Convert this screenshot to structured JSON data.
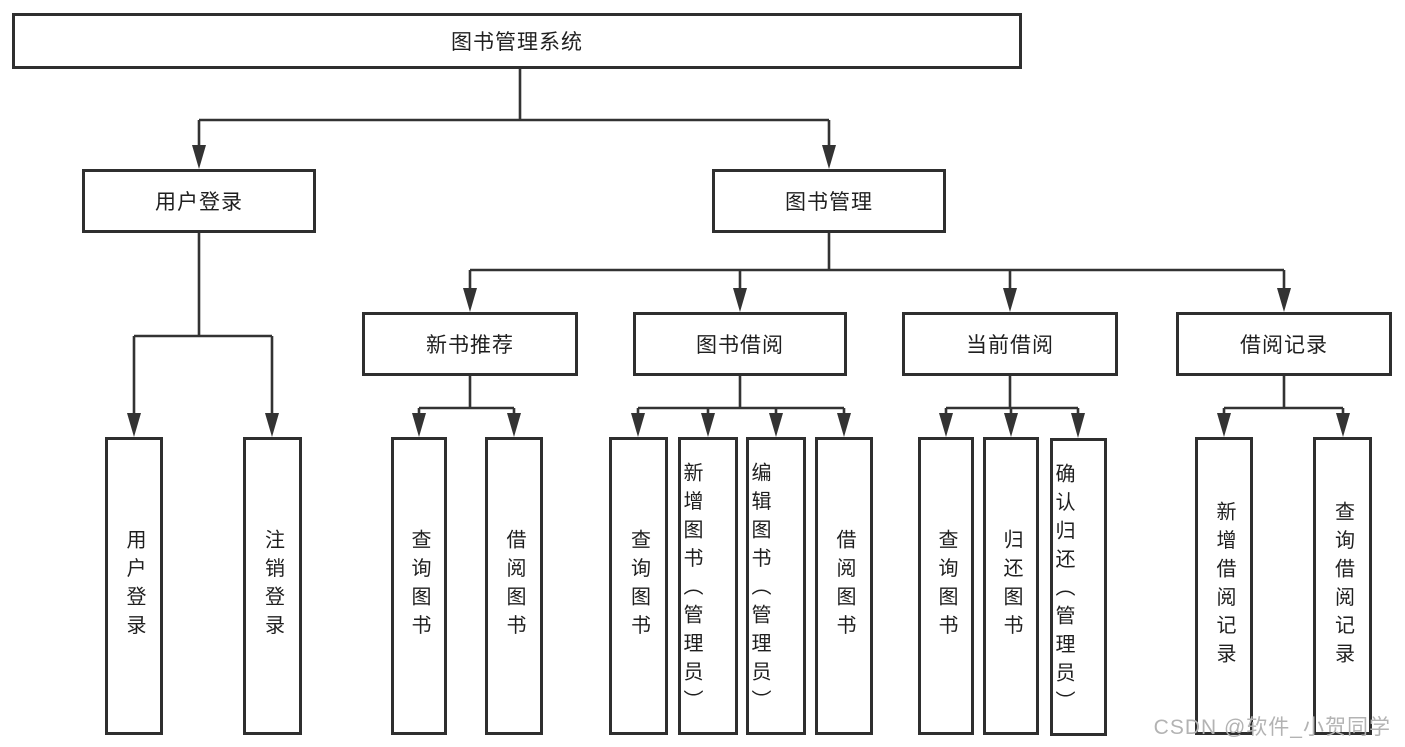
{
  "tree": {
    "label": "图书管理系统",
    "children": [
      {
        "label": "用户登录",
        "children": [
          {
            "label": "用户登录"
          },
          {
            "label": "注销登录"
          }
        ]
      },
      {
        "label": "图书管理",
        "children": [
          {
            "label": "新书推荐",
            "children": [
              {
                "label": "查询图书"
              },
              {
                "label": "借阅图书"
              }
            ]
          },
          {
            "label": "图书借阅",
            "children": [
              {
                "label": "查询图书"
              },
              {
                "label": "新增图书（管理员）"
              },
              {
                "label": "编辑图书（管理员）"
              },
              {
                "label": "借阅图书"
              }
            ]
          },
          {
            "label": "当前借阅",
            "children": [
              {
                "label": "查询图书"
              },
              {
                "label": "归还图书"
              },
              {
                "label": "确认归还（管理员）"
              }
            ]
          },
          {
            "label": "借阅记录",
            "children": [
              {
                "label": "新增借阅记录"
              },
              {
                "label": "查询借阅记录"
              }
            ]
          }
        ]
      }
    ]
  },
  "watermark": {
    "text": "CSDN @软件_小贺同学"
  },
  "colors": {
    "line": "#333333",
    "box_border": "#2f2f2f",
    "box_background": "#ffffff",
    "text": "#1f1f1f",
    "watermark": "#b3b3b3"
  }
}
